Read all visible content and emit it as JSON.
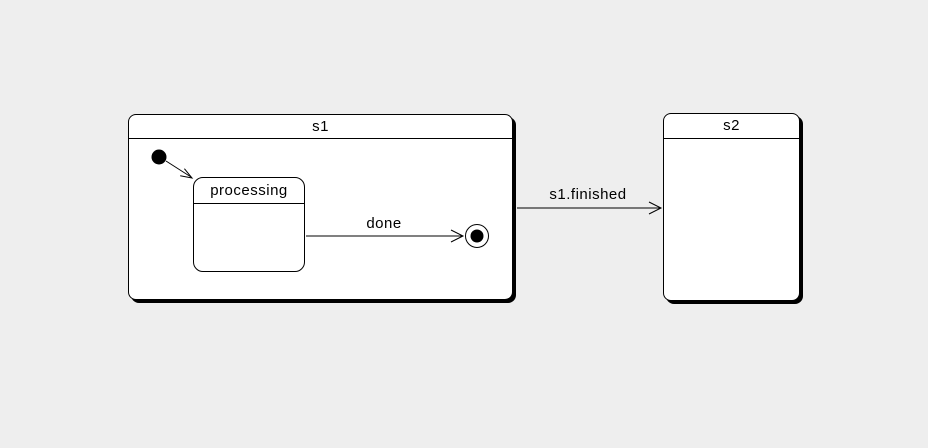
{
  "colors": {
    "background": "#eeeeee",
    "state_fill": "#ffffff",
    "stroke": "#000000",
    "shadow": "#000000"
  },
  "states": {
    "s1": {
      "title": "s1"
    },
    "processing": {
      "title": "processing"
    },
    "s2": {
      "title": "s2"
    }
  },
  "pseudostates": {
    "initial": "initial-state (filled dot)",
    "final": "final-state (dot in circle)"
  },
  "transitions": {
    "initial_to_processing": {
      "label": ""
    },
    "done": {
      "label": "done"
    },
    "s1_finished": {
      "label": "s1.finished"
    }
  }
}
